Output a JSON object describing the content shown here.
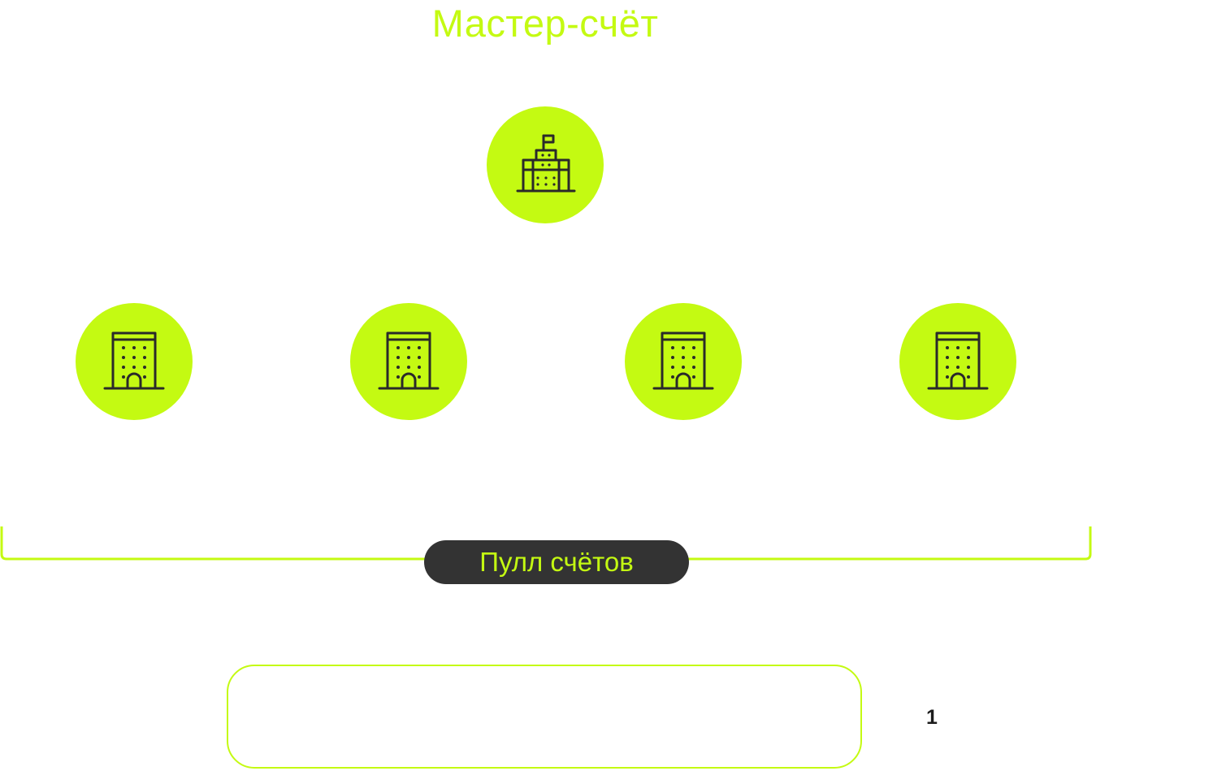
{
  "diagram": {
    "master_title": "Мастер-счёт",
    "pool_label": "Пулл счётов",
    "footnote_number": "1",
    "master_icon": "government-building-icon",
    "sub_icon": "office-building-icon",
    "sub_account_count": 4
  },
  "colors": {
    "accent": "#c4fa12",
    "pill_background": "#333333",
    "icon_stroke": "#2a2a2a",
    "footnote_text": "#1c1c1c"
  }
}
